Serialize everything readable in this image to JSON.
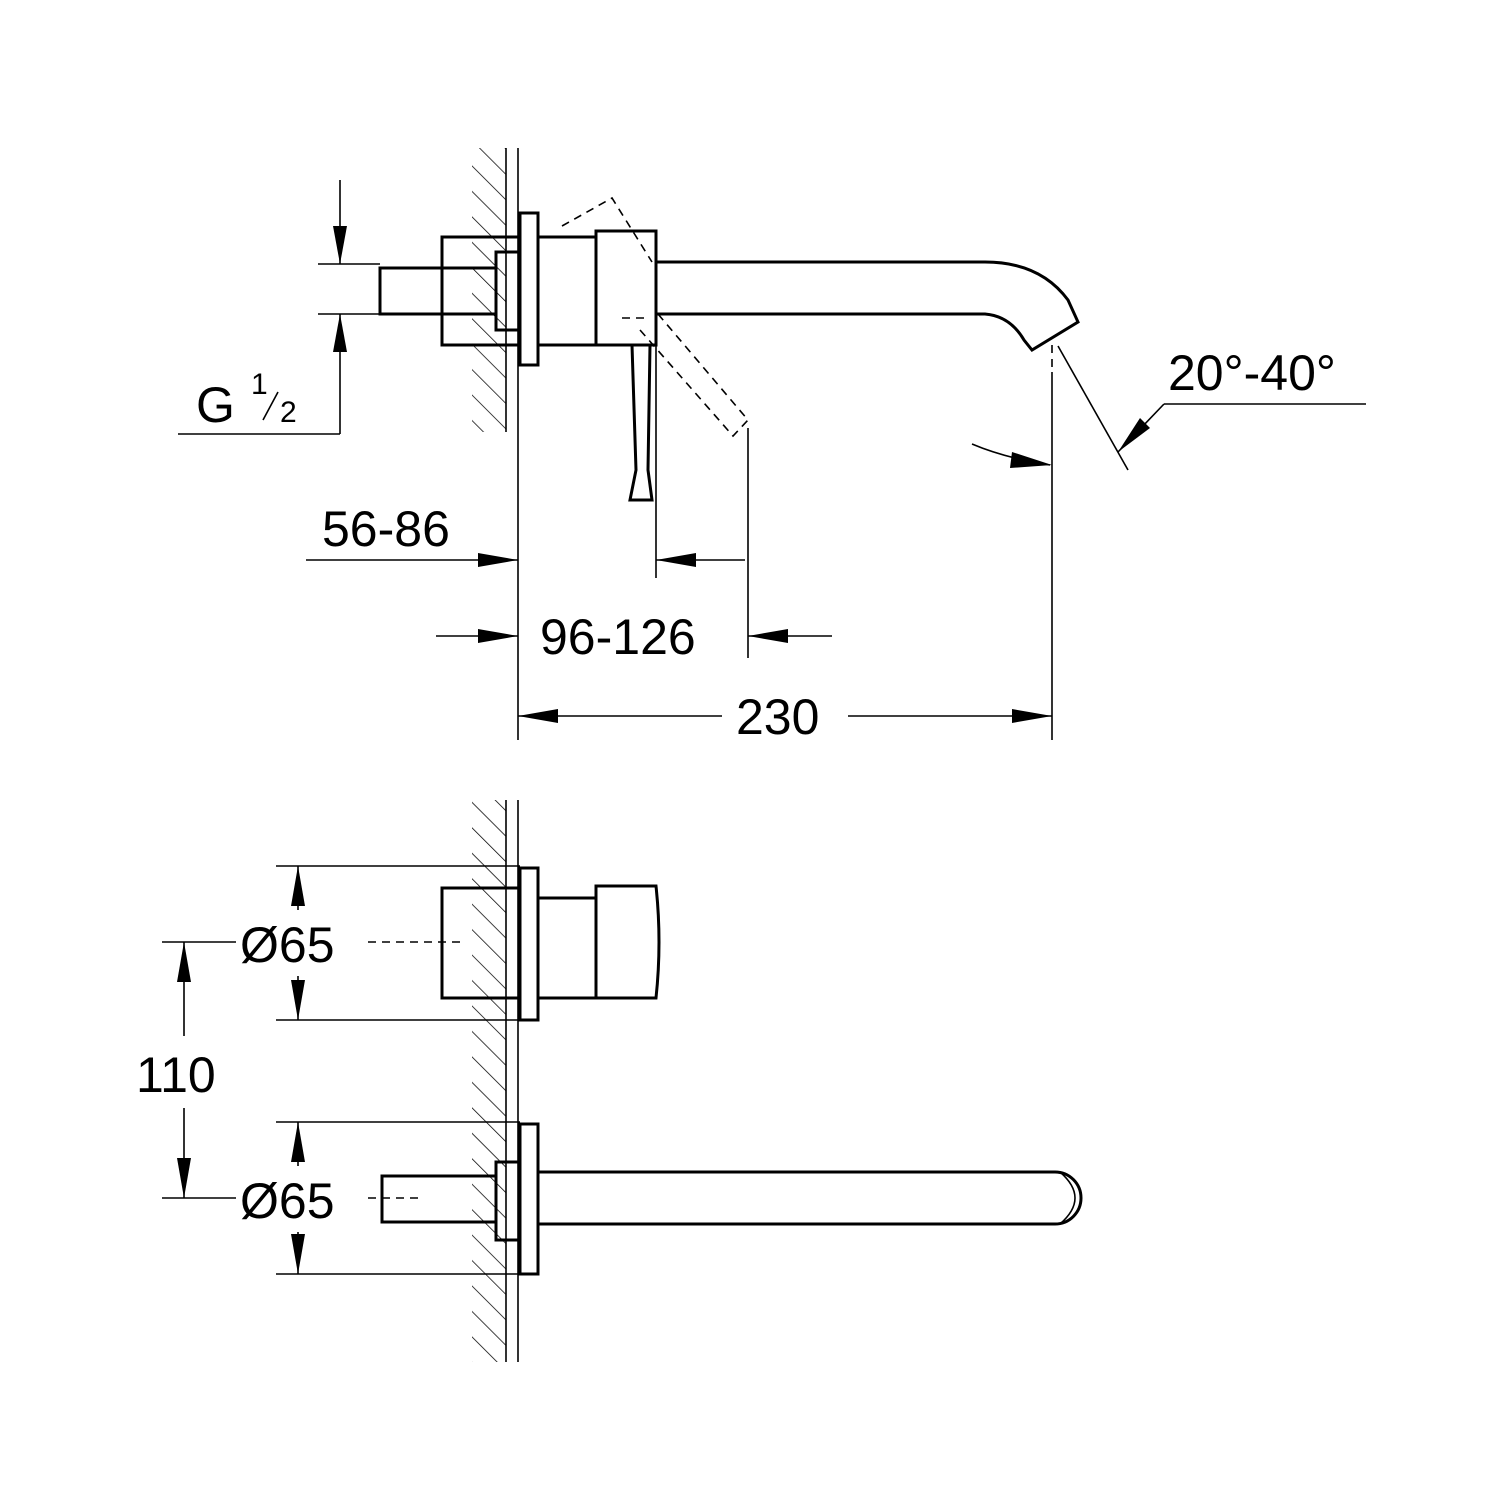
{
  "drawing": {
    "side_view": {
      "thread_label": "G",
      "thread_numerator": "1",
      "thread_denominator": "2",
      "wall_thickness_range": "56-86",
      "lever_range": "96-126",
      "spout_projection": "230",
      "spout_angle": "20°-40°"
    },
    "front_view": {
      "lever_rosette_diameter": "Ø65",
      "spout_rosette_diameter": "Ø65",
      "center_distance": "110"
    }
  }
}
